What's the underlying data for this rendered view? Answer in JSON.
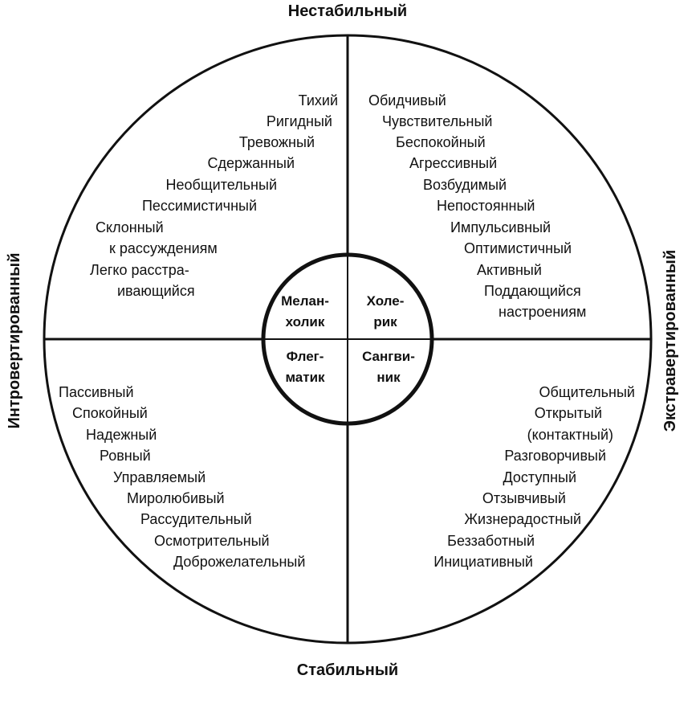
{
  "colors": {
    "ink": "#111111",
    "background": "#ffffff"
  },
  "axes": {
    "top": "Нестабильный",
    "bottom": "Стабильный",
    "left": "Интровертированный",
    "right": "Экстравертированный"
  },
  "types": {
    "melancholic": [
      "Мелан-",
      "холик"
    ],
    "choleric": [
      "Холе-",
      "рик"
    ],
    "phlegmatic": [
      "Флег-",
      "матик"
    ],
    "sanguine": [
      "Сангви-",
      "ник"
    ]
  },
  "quadrants": {
    "top_left": [
      "Тихий",
      "Ригидный",
      "Тревожный",
      "Сдержанный",
      "Необщительный",
      "Пессимистичный",
      "Склонный",
      "к рассуждениям",
      "Легко расстра-",
      "ивающийся"
    ],
    "top_right": [
      "Обидчивый",
      "Чувствительный",
      "Беспокойный",
      "Агрессивный",
      "Возбудимый",
      "Непостоянный",
      "Импульсивный",
      "Оптимистичный",
      "Активный",
      "Поддающийся",
      "настроениям"
    ],
    "bottom_left": [
      "Пассивный",
      "Спокойный",
      "Надежный",
      "Ровный",
      "Управляемый",
      "Миролюбивый",
      "Рассудительный",
      "Осмотрительный",
      "Доброжелательный"
    ],
    "bottom_right": [
      "Общительный",
      "Открытый",
      "(контактный)",
      "Разговорчивый",
      "Доступный",
      "Отзывчивый",
      "Жизнерадостный",
      "Беззаботный",
      "Инициативный"
    ]
  }
}
